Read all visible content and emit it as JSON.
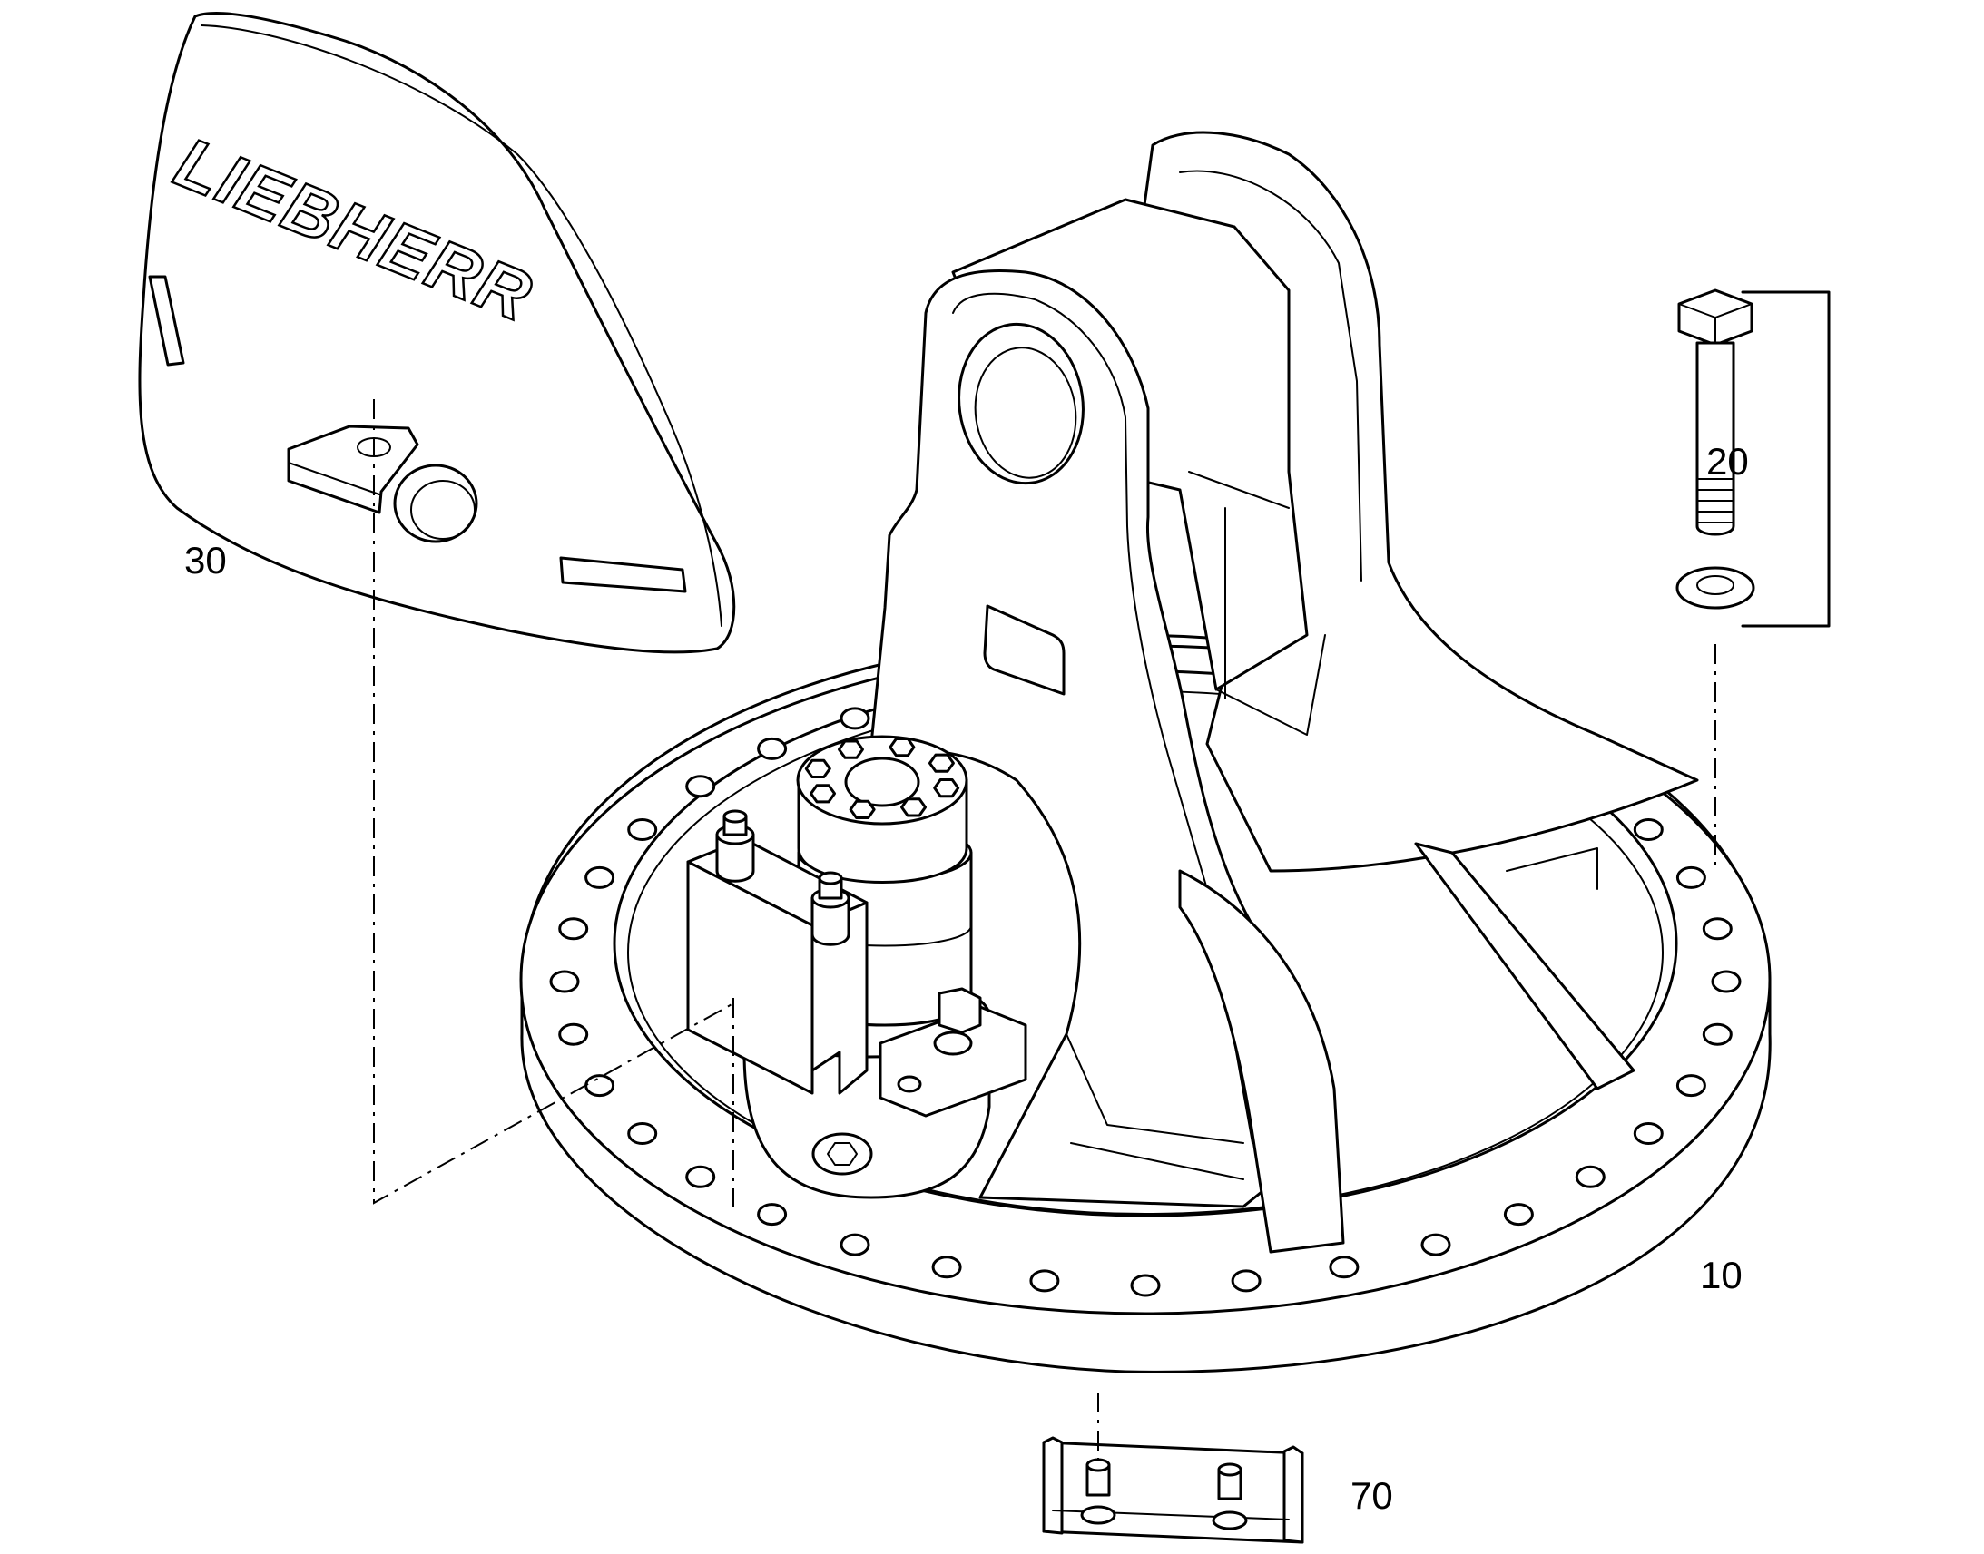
{
  "diagram": {
    "type": "exploded parts drawing",
    "logo_text": "LIEBHERR",
    "callouts": [
      {
        "id": "10",
        "label": "10"
      },
      {
        "id": "20",
        "label": "20"
      },
      {
        "id": "30",
        "label": "30"
      },
      {
        "id": "70",
        "label": "70"
      }
    ]
  }
}
